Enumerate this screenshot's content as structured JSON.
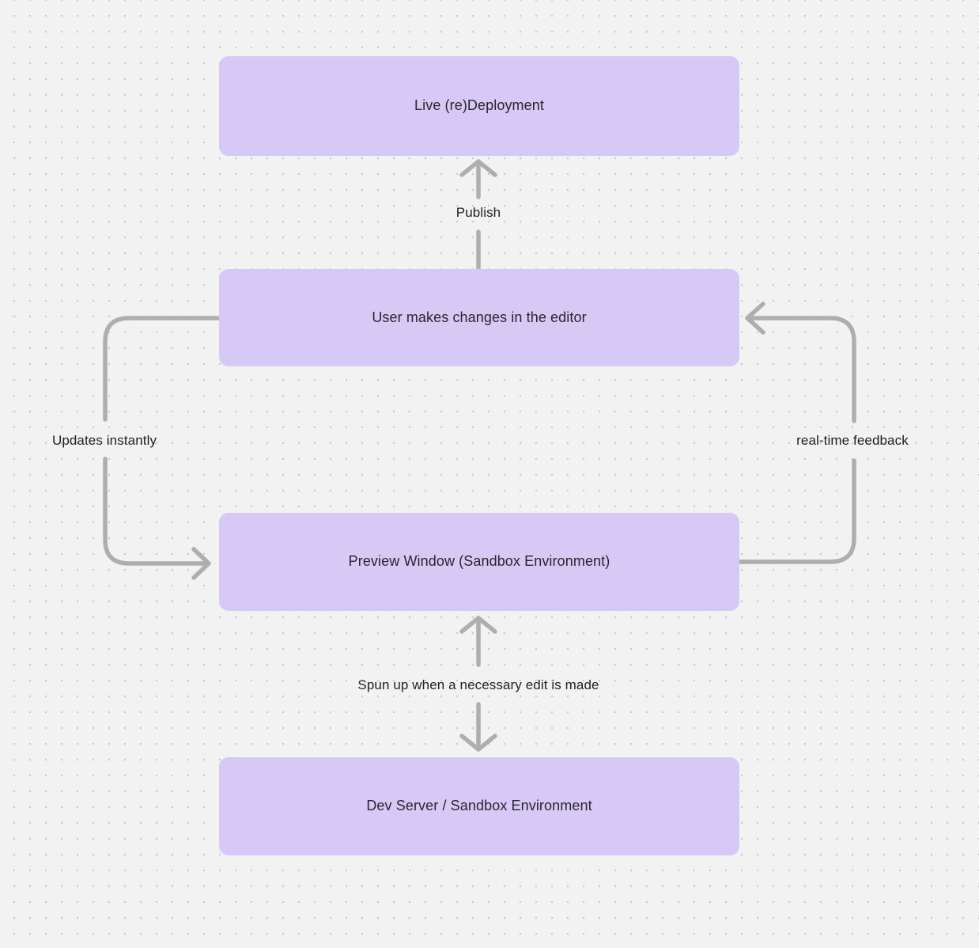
{
  "diagram": {
    "colors": {
      "background": "#f2f2f3",
      "dot": "#c9c9cc",
      "node_fill": "#d6c9f5",
      "node_text": "#29252e",
      "arrow": "#aeaeae",
      "label_text": "#222224"
    },
    "nodes": [
      {
        "id": "live-redeployment",
        "label": "Live (re)Deployment"
      },
      {
        "id": "user-edits",
        "label": "User makes changes in the editor"
      },
      {
        "id": "preview-window",
        "label": "Preview Window (Sandbox Environment)"
      },
      {
        "id": "dev-server",
        "label": "Dev Server / Sandbox Environment"
      }
    ],
    "edges": [
      {
        "from": "user-edits",
        "to": "live-redeployment",
        "label": "Publish",
        "direction": "up"
      },
      {
        "from": "user-edits",
        "to": "preview-window",
        "label": "Updates instantly",
        "direction": "left-loop"
      },
      {
        "from": "preview-window",
        "to": "user-edits",
        "label": "real-time feedback",
        "direction": "right-loop"
      },
      {
        "from": "preview-window",
        "to": "dev-server",
        "label": "Spun up when a necessary edit is made",
        "direction": "bidirectional"
      }
    ]
  }
}
